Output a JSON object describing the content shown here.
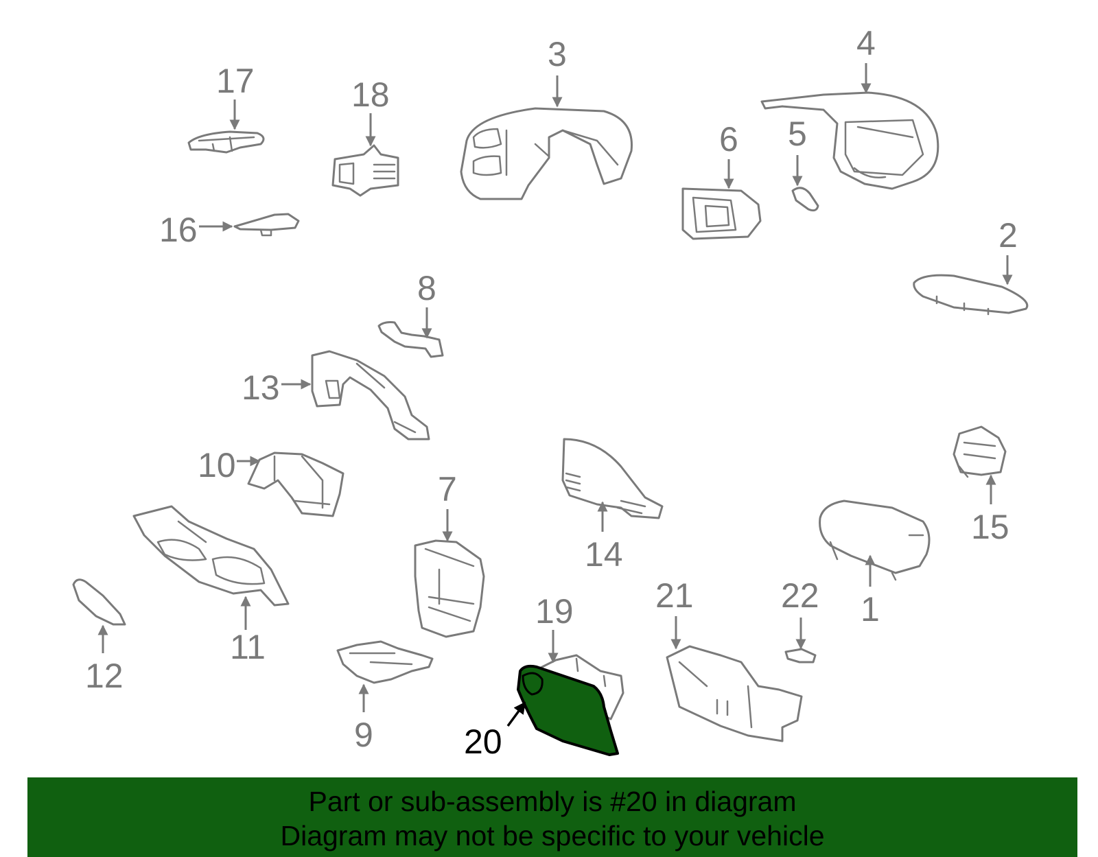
{
  "colors": {
    "highlight_fill": "#106010",
    "line_gray": "#7a7a7a",
    "banner_bg": "#106010",
    "banner_text": "#000000"
  },
  "callouts": {
    "c1": "1",
    "c2": "2",
    "c3": "3",
    "c4": "4",
    "c5": "5",
    "c6": "6",
    "c7": "7",
    "c8": "8",
    "c9": "9",
    "c10": "10",
    "c11": "11",
    "c12": "12",
    "c13": "13",
    "c14": "14",
    "c15": "15",
    "c16": "16",
    "c17": "17",
    "c18": "18",
    "c19": "19",
    "c20": "20",
    "c21": "21",
    "c22": "22"
  },
  "highlighted_part": "20",
  "banner": {
    "line1": "Part or sub-assembly is #20 in diagram",
    "line2": "Diagram may not be specific to your vehicle"
  }
}
